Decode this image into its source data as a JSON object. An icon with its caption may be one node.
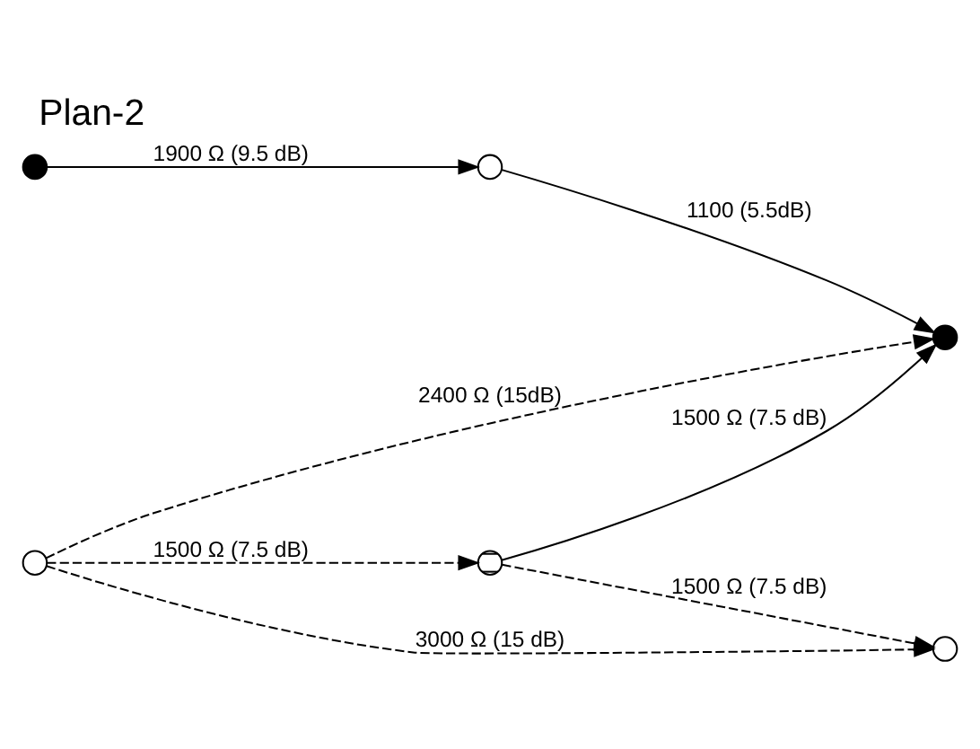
{
  "diagram": {
    "title": "Plan-2",
    "nodes": [
      {
        "text": [],
        "shape": "circle"
      },
      {
        "text": [],
        "shape": "circle"
      },
      {
        "text": [],
        "shape": "circle"
      },
      {
        "text": [],
        "shape": "circle"
      },
      {
        "text": [],
        "shape": "circle"
      },
      {
        "text": [],
        "shape": "circle"
      }
    ],
    "edges": [
      {
        "from": 0,
        "to": 1,
        "arrow": "to",
        "label": "1900 Ω (9.5 dB)"
      },
      {
        "from": 1,
        "to": 2,
        "arrow": "to",
        "label": "1100 (5.5dB)"
      },
      {
        "from": 3,
        "to": 2,
        "arrow": "to",
        "label": "2400 Ω (15dB)",
        "style": "dashed"
      },
      {
        "from": 4,
        "to": 2,
        "arrow": "to",
        "label": "1500 Ω (7.5 dB)"
      },
      {
        "from": 3,
        "to": 4,
        "arrow": "to",
        "label": "1500 Ω (7.5 dB)",
        "style": "dashed"
      },
      {
        "from": 4,
        "to": 5,
        "arrow": "to",
        "label": "1500 Ω (7.5 dB)",
        "style": "dashed"
      },
      {
        "from": 3,
        "to": 5,
        "arrow": "to",
        "label": "3000 Ω (15 dB)",
        "style": "dashed"
      }
    ]
  }
}
